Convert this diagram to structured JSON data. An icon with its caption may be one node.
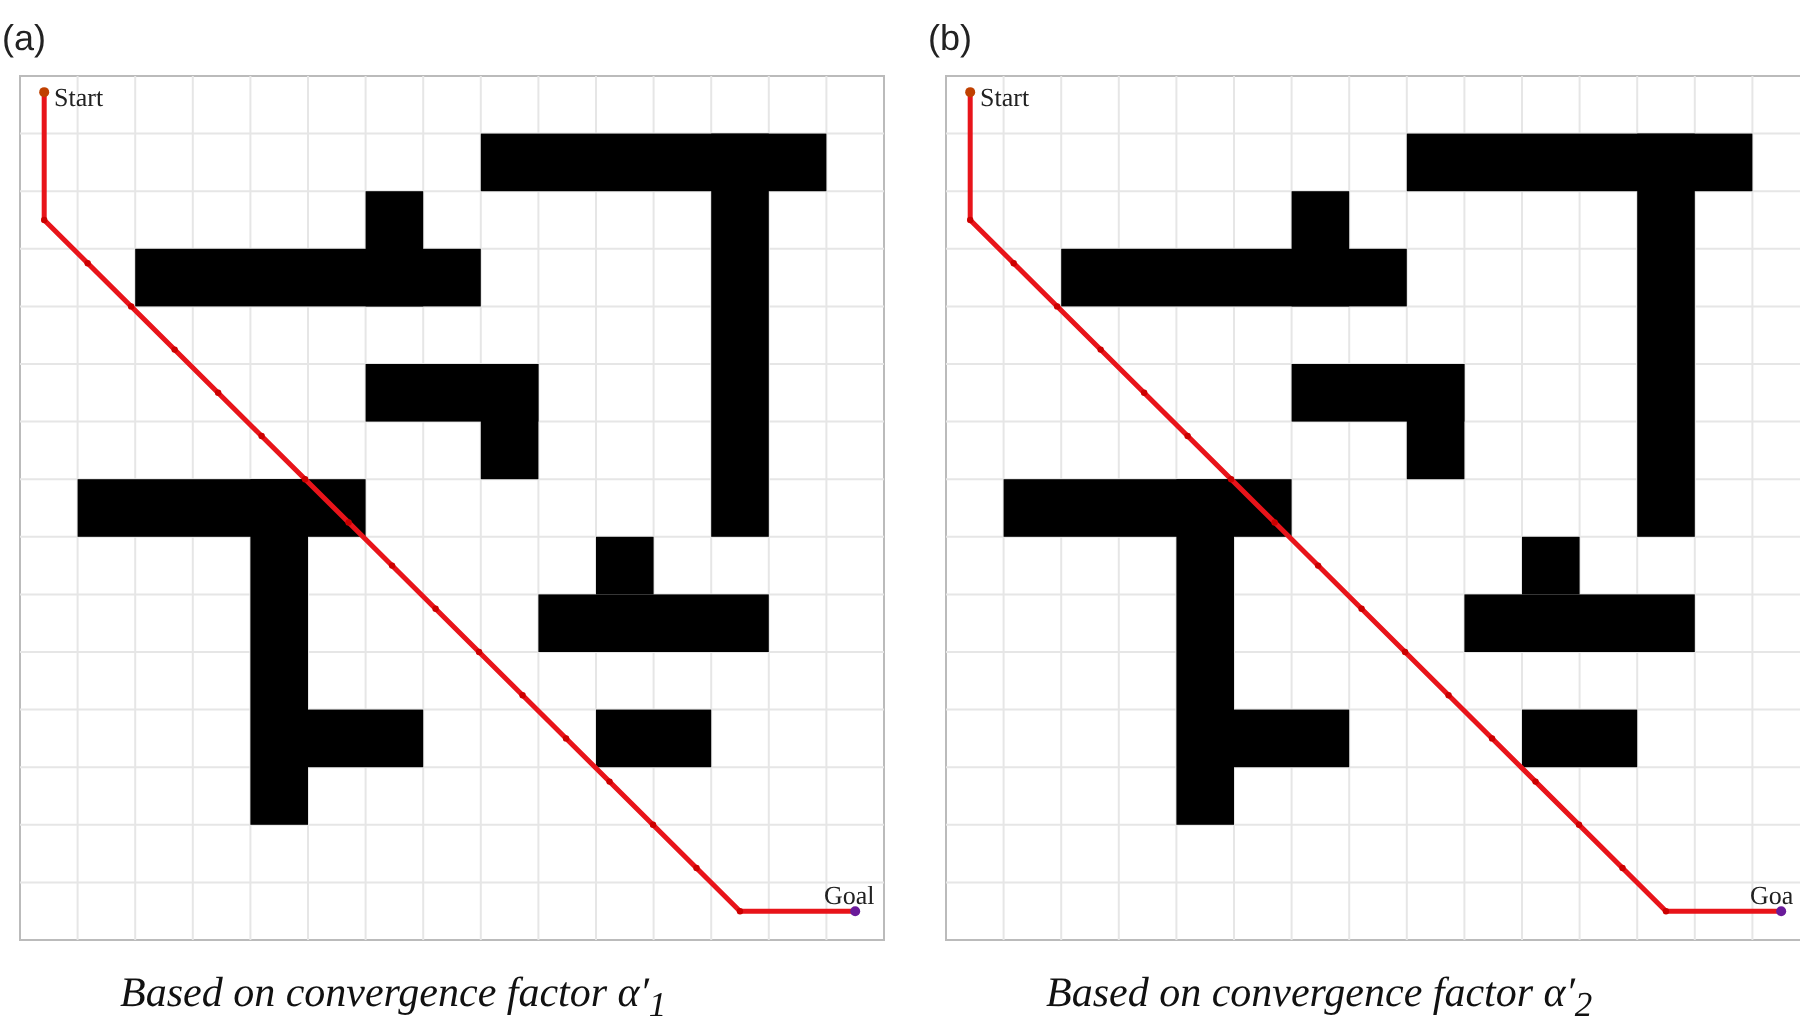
{
  "diagram": {
    "labels": [
      "(a)",
      "Start",
      "Goal",
      "Based on convergence factor α′$_{1}$",
      "(b)",
      "Start",
      "Goa",
      "Based on convergence factor α′$_{2}$"
    ]
  }
}
